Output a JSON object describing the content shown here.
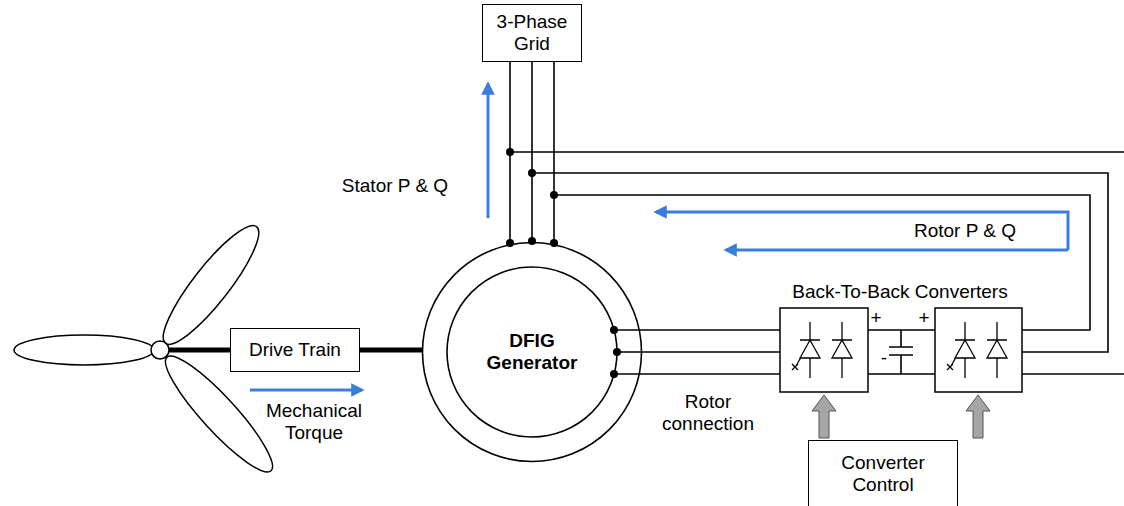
{
  "diagram": {
    "nodes": [
      {
        "text": [
          "3-Phase Grid"
        ]
      },
      {
        "text": [
          "Drive Train"
        ]
      },
      {
        "text": [
          "DFIG Generator"
        ]
      },
      {
        "text": [
          "Converter Control"
        ]
      }
    ],
    "edges": [
      {
        "from": 2,
        "to": 0,
        "arrow": "none"
      },
      {
        "from": 2,
        "to": 0,
        "arrow": "none"
      },
      {
        "from": 2,
        "to": 0,
        "arrow": "none"
      },
      {
        "from": 1,
        "to": 2,
        "arrow": "none"
      }
    ],
    "labels": [
      "Stator P & Q",
      "Rotor P & Q",
      "Mechanical Torque",
      "Rotor connection",
      "Back-To-Back Converters",
      "+",
      "+",
      "-"
    ]
  }
}
